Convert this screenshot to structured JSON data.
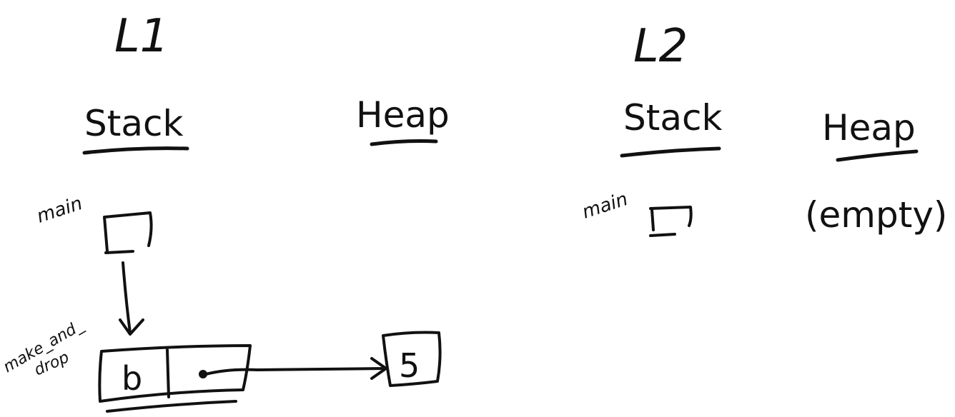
{
  "left_panel": {
    "title": "L1",
    "stack_heading": "Stack",
    "heap_heading": "Heap",
    "frames": [
      {
        "label": "main"
      },
      {
        "label_line1": "make_and_",
        "label_line2": "drop",
        "cells": [
          "b"
        ]
      }
    ],
    "heap_value": "5"
  },
  "right_panel": {
    "title": "L2",
    "stack_heading": "Stack",
    "heap_heading": "Heap",
    "frames": [
      {
        "label": "main"
      }
    ],
    "heap_note": "(empty)"
  },
  "colors": {
    "ink": "#111111",
    "background": "#ffffff"
  }
}
